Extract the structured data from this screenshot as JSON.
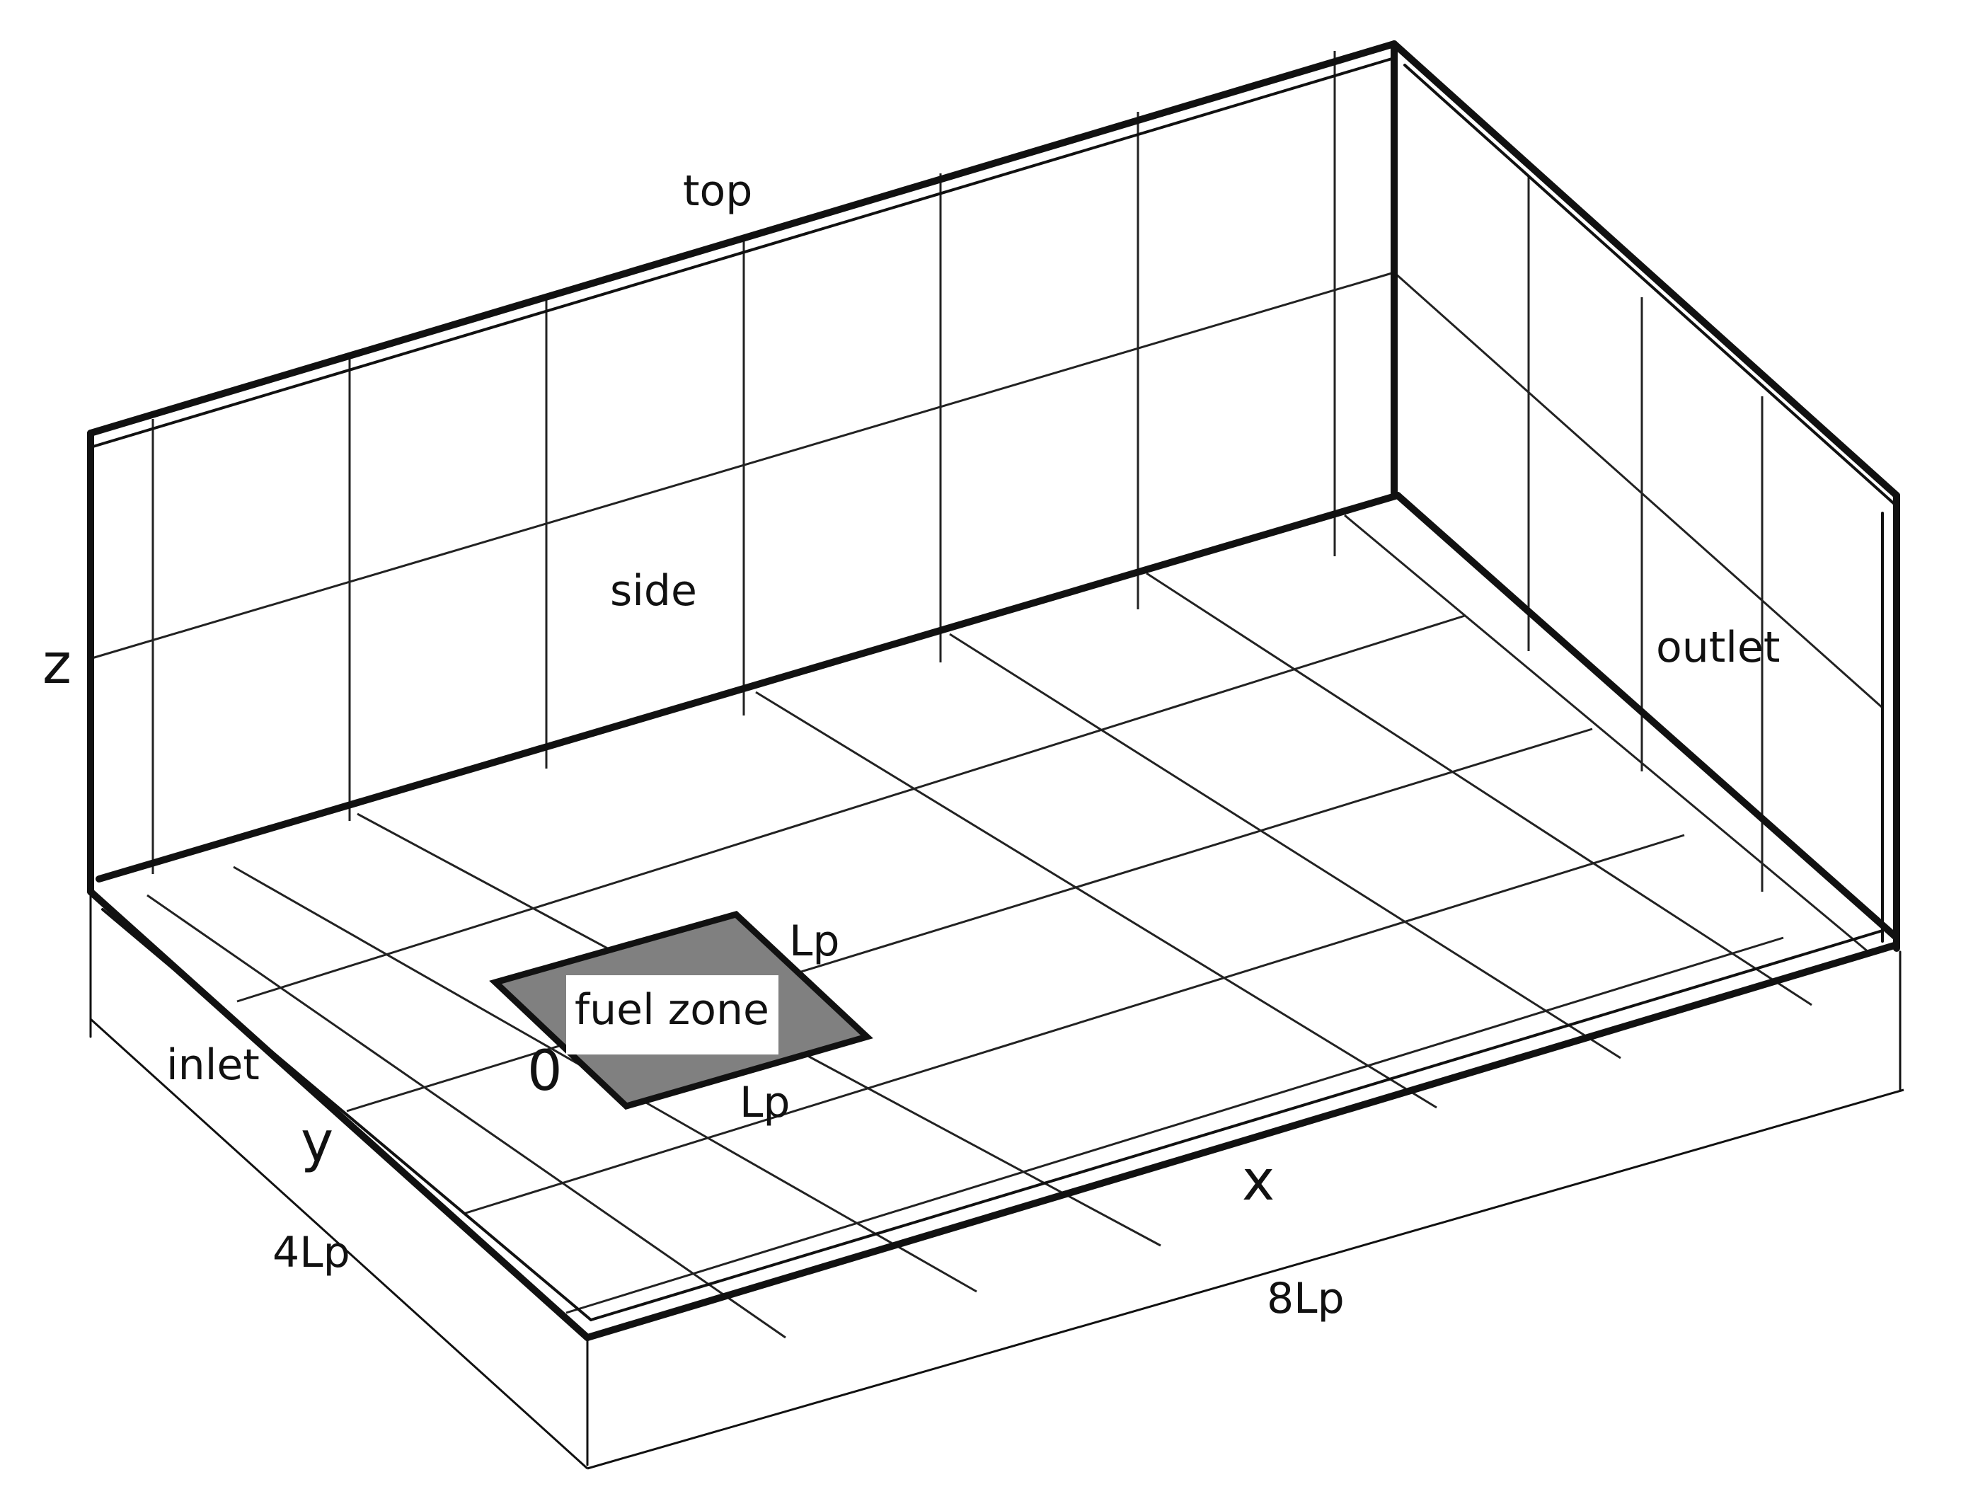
{
  "labels": {
    "top": "top",
    "side": "side",
    "outlet": "outlet",
    "inlet": "inlet",
    "fuel_zone": "fuel zone",
    "fuel_lp_right": "Lp",
    "fuel_lp_bottom": "Lp",
    "origin": "0",
    "axis_x": "x",
    "axis_y": "y",
    "axis_z": "z",
    "dim_width": "4Lp",
    "dim_length": "8Lp"
  },
  "colors": {
    "frame": "#111111",
    "grid": "#222222",
    "fuel_zone_fill": "#808080",
    "fuel_label_bg": "#ffffff",
    "background": "#ffffff"
  },
  "domain": {
    "length_lp": 8,
    "width_lp": 4,
    "fuel_zone_size_lp": 1
  }
}
